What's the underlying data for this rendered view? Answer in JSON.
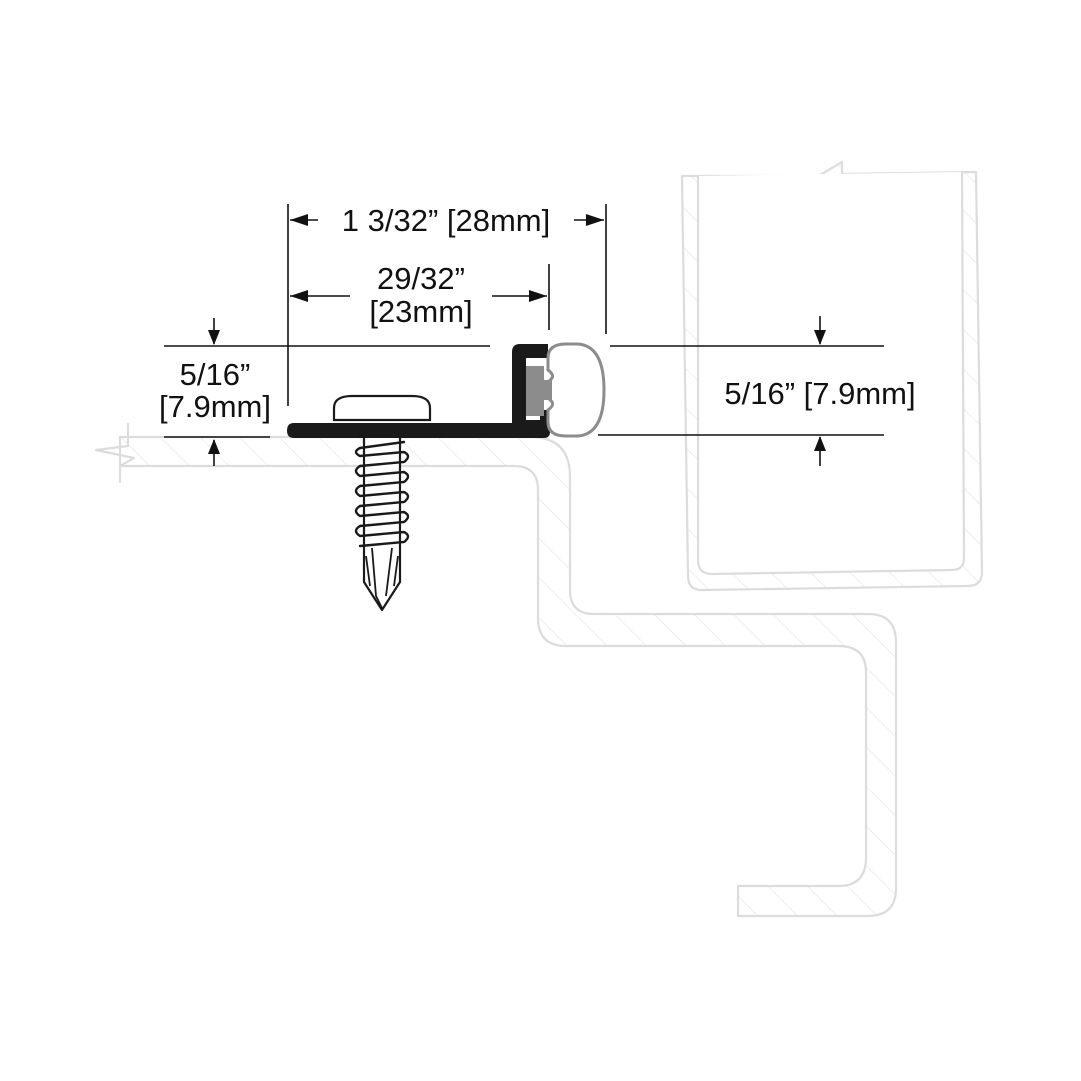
{
  "dimensions": {
    "overall_width": "1 3/32” [28mm]",
    "inner_width_line1": "29/32”",
    "inner_width_line2": "[23mm]",
    "left_height_line1": "5/16”",
    "left_height_line2": "[7.9mm]",
    "right_height": "5/16” [7.9mm]"
  },
  "colors": {
    "profile": "#1a1a1a",
    "seal": "#8c8c8c",
    "ghost_outline": "#dcdcdc",
    "dimension_lines": "#111111"
  }
}
